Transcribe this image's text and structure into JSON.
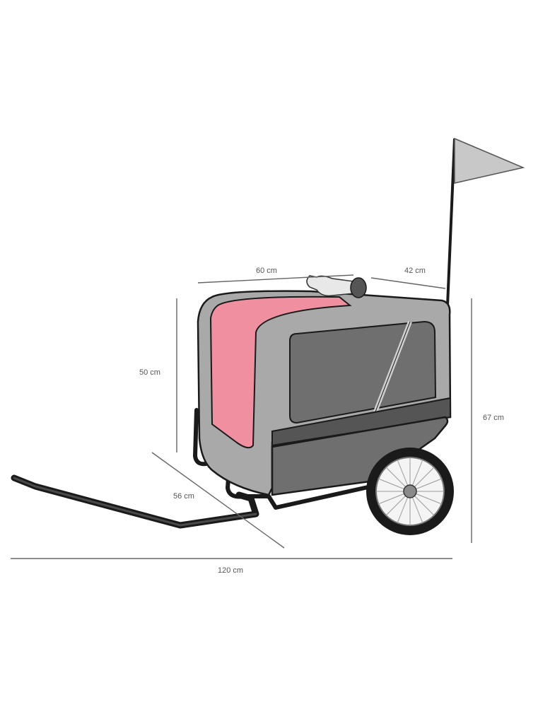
{
  "dimensions": {
    "top_width": "60 cm",
    "top_depth": "42 cm",
    "height_body": "50 cm",
    "height_total": "67 cm",
    "base_depth": "56 cm",
    "total_length": "120 cm"
  },
  "colors": {
    "accent_pink": "#ef8fa0",
    "frame_grey": "#a9a9a9",
    "panel_dark": "#6f6f6f",
    "frame_black": "#1a1a1a",
    "flag": "#c8c8c8"
  }
}
